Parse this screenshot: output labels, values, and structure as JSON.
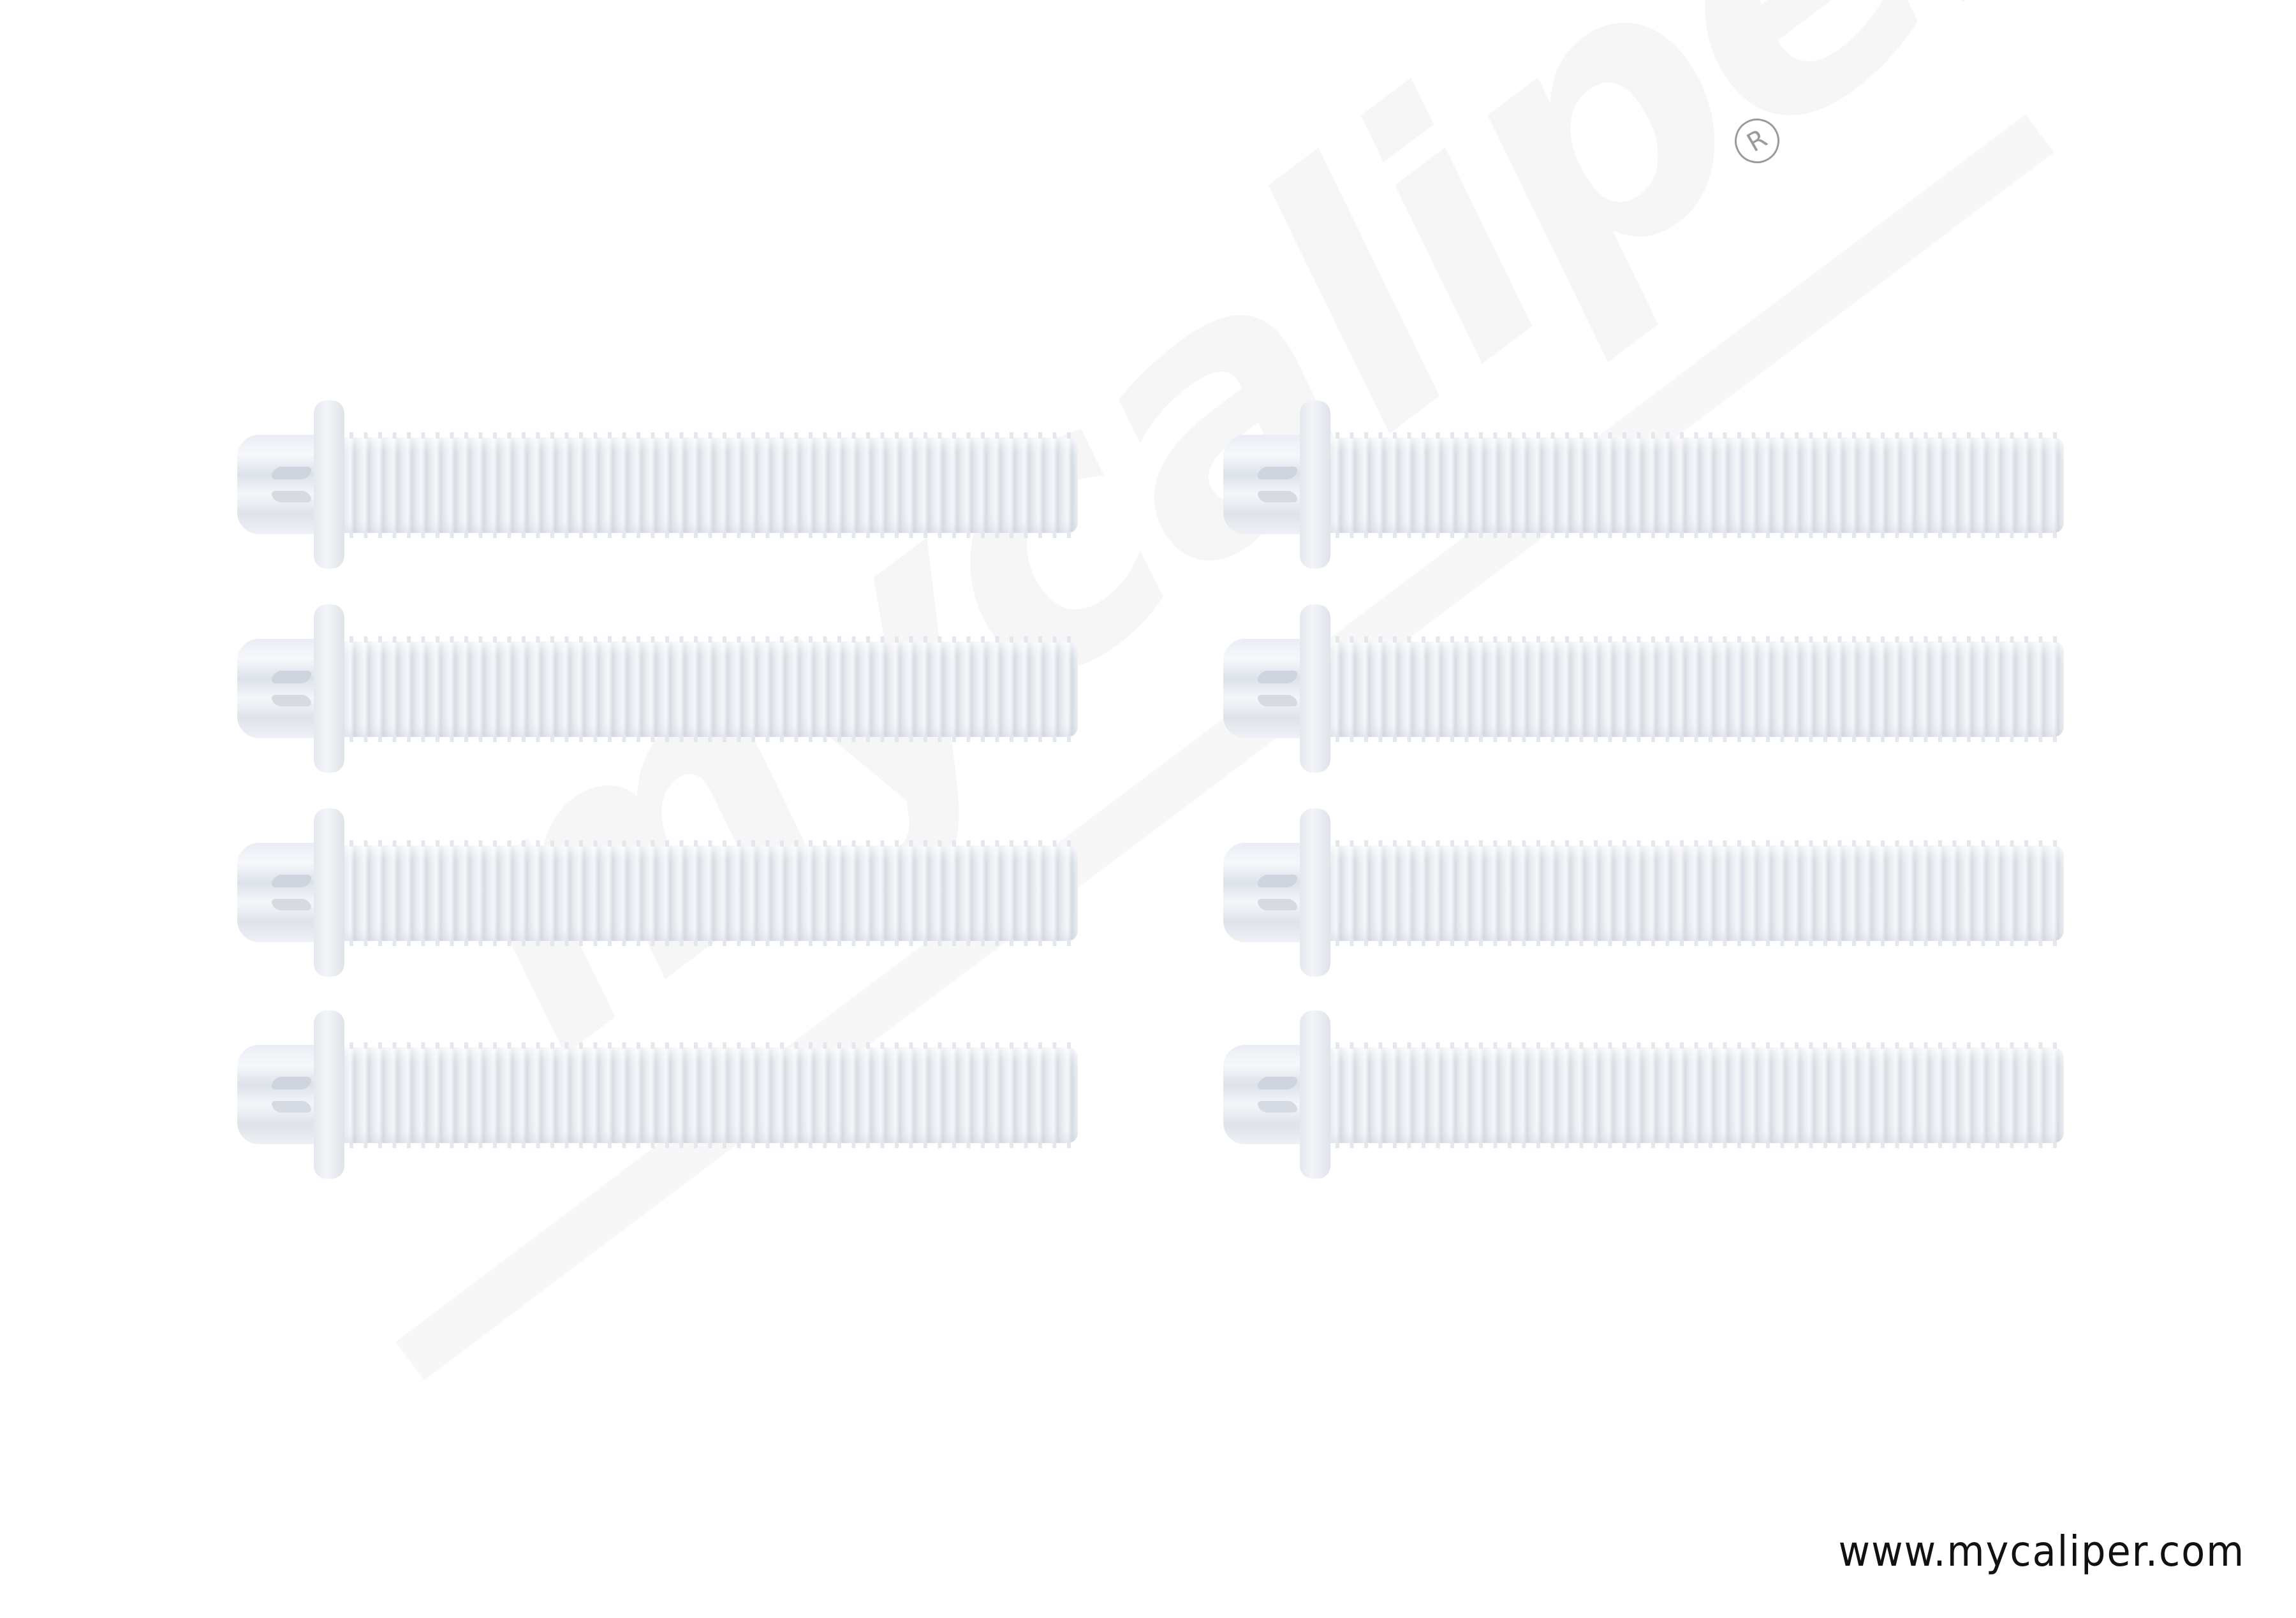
{
  "image": {
    "description": "Product photo of a set of 8 flanged torx-head threaded bolts on white background",
    "background_color": "#ffffff",
    "bolt_color": "#e8ebf1"
  },
  "watermark": {
    "text": "mycaliper",
    "color": "#f6f6f7"
  },
  "registered_mark": "R",
  "footer": {
    "url": "www.mycaliper.com",
    "color": "#111111"
  },
  "bolts": {
    "count": 8,
    "columns": 2,
    "rows": 4,
    "items": [
      {
        "column": 1,
        "row": 1
      },
      {
        "column": 1,
        "row": 2
      },
      {
        "column": 1,
        "row": 3
      },
      {
        "column": 1,
        "row": 4
      },
      {
        "column": 2,
        "row": 1
      },
      {
        "column": 2,
        "row": 2
      },
      {
        "column": 2,
        "row": 3
      },
      {
        "column": 2,
        "row": 4
      }
    ]
  }
}
